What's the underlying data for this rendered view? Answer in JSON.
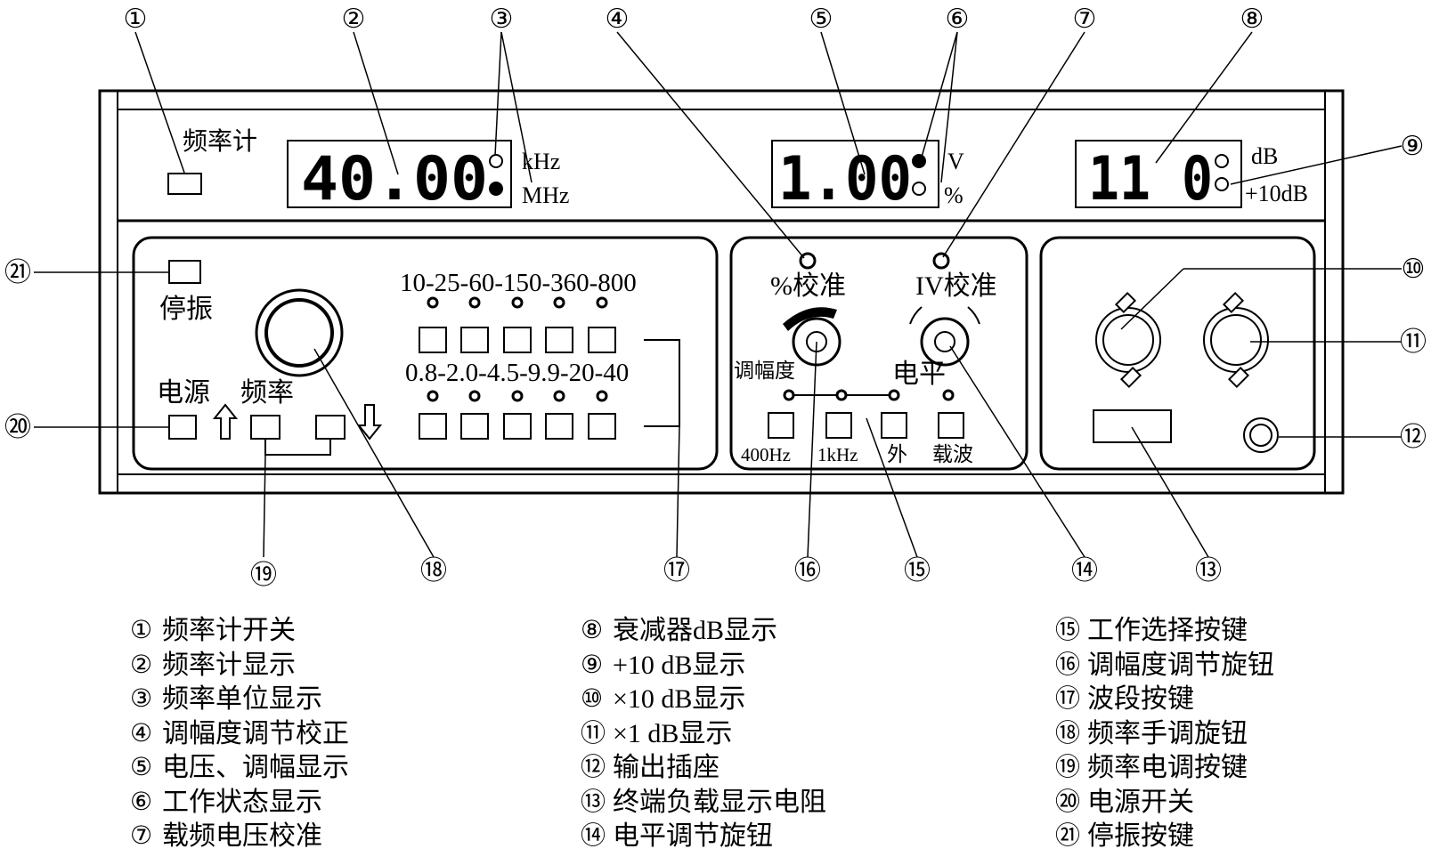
{
  "panel": {
    "freq_counter_label": "频率计",
    "freq_display": "40.00",
    "freq_units": [
      "kHz",
      "MHz"
    ],
    "volt_display": "1.00",
    "volt_units": [
      "V",
      "%"
    ],
    "atten_display": "11 0",
    "atten_units": [
      "dB",
      "+10dB"
    ],
    "stop_osc_label": "停振",
    "power_label": "电源",
    "freq_label": "频率",
    "band_row1": "10-25-60-150-360-800",
    "band_row2": "0.8-2.0-4.5-9.9-20-40",
    "pct_cal_label": "%校准",
    "iv_cal_label": "IV校准",
    "am_depth_label": "调幅度",
    "level_label": "电平",
    "mode_buttons": [
      "400Hz",
      "1kHz",
      "外",
      "载波"
    ]
  },
  "callouts": [
    "①",
    "②",
    "③",
    "④",
    "⑤",
    "⑥",
    "⑦",
    "⑧",
    "⑨",
    "⑩",
    "⑪",
    "⑫",
    "⑬",
    "⑭",
    "⑮",
    "⑯",
    "⑰",
    "⑱",
    "⑲",
    "⑳",
    "㉑"
  ],
  "legend": [
    {
      "num": "①",
      "text": "频率计开关"
    },
    {
      "num": "②",
      "text": "频率计显示"
    },
    {
      "num": "③",
      "text": "频率单位显示"
    },
    {
      "num": "④",
      "text": "调幅度调节校正"
    },
    {
      "num": "⑤",
      "text": "电压、调幅显示"
    },
    {
      "num": "⑥",
      "text": "工作状态显示"
    },
    {
      "num": "⑦",
      "text": "载频电压校准"
    },
    {
      "num": "⑧",
      "text": "衰减器dB显示"
    },
    {
      "num": "⑨",
      "text": "+10 dB显示"
    },
    {
      "num": "⑩",
      "text": "×10 dB显示"
    },
    {
      "num": "⑪",
      "text": "×1 dB显示"
    },
    {
      "num": "⑫",
      "text": "输出插座"
    },
    {
      "num": "⑬",
      "text": "终端负载显示电阻"
    },
    {
      "num": "⑭",
      "text": "电平调节旋钮"
    },
    {
      "num": "⑮",
      "text": "工作选择按键"
    },
    {
      "num": "⑯",
      "text": "调幅度调节旋钮"
    },
    {
      "num": "⑰",
      "text": "波段按键"
    },
    {
      "num": "⑱",
      "text": "频率手调旋钮"
    },
    {
      "num": "⑲",
      "text": "频率电调按键"
    },
    {
      "num": "⑳",
      "text": "电源开关"
    },
    {
      "num": "㉑",
      "text": "停振按键"
    }
  ]
}
